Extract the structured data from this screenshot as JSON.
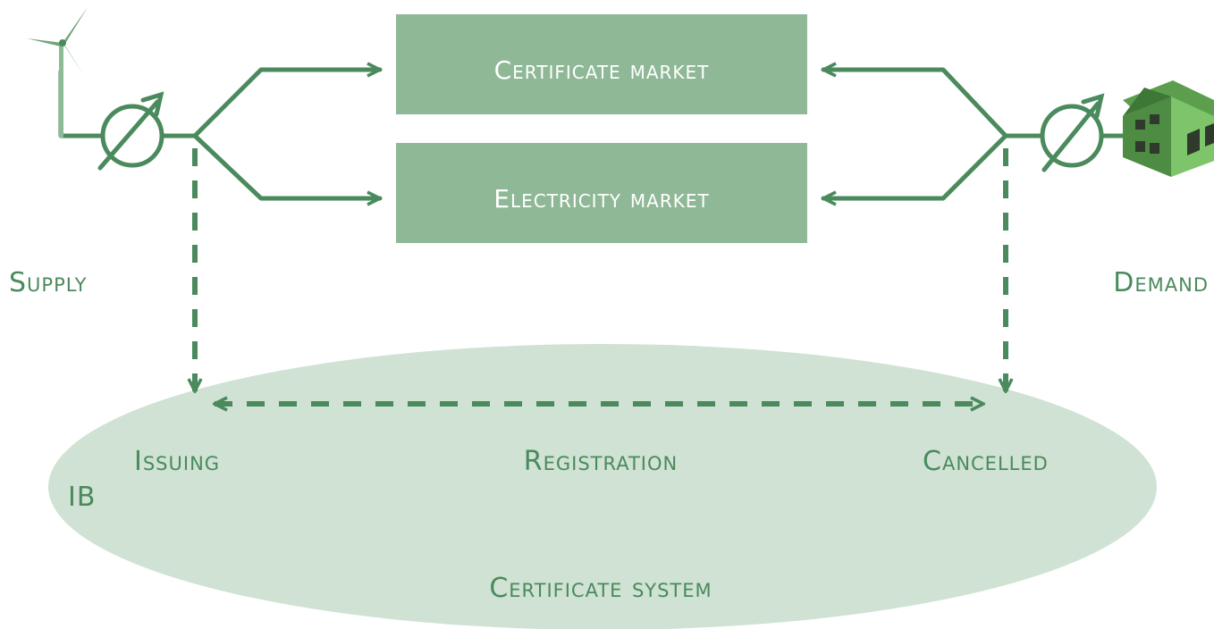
{
  "diagram": {
    "boxes": {
      "certificate_market": "Certificate market",
      "electricity_market": "Electricity market"
    },
    "sides": {
      "supply": "Supply",
      "demand": "Demand"
    },
    "system": {
      "issuing": "Issuing",
      "registration": "Registration",
      "cancelled": "Cancelled",
      "ib": "IB",
      "certificate_system": "Certificate system"
    },
    "icons": [
      "wind-turbine-icon",
      "meter-icon",
      "house-icon"
    ],
    "colors": {
      "line": "#4a8a5c",
      "box": "#8fb897",
      "box_text": "#ffffff",
      "label_text": "#4a8a5c",
      "ellipse": "#cfe2d3"
    }
  }
}
